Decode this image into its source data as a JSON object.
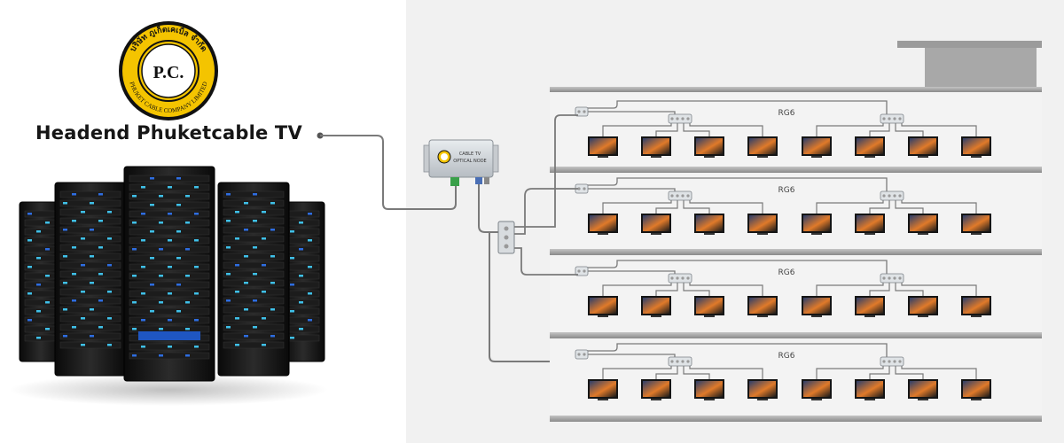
{
  "headend": {
    "label": "Headend Phuketcable TV"
  },
  "logo": {
    "initials": "P.C.",
    "text_thai_top": "บริษัท ภูเก็ตเคเบิ้ล จำกัด",
    "text_bottom": "PHUKET CABLE COMPANY LIMITED",
    "colors": {
      "ring": "#f4c400",
      "outline": "#111111"
    }
  },
  "optical_node": {
    "line1": "CABLE TV",
    "line2": "OPTICAL NODE"
  },
  "building": {
    "floor_cable_label": "RG6",
    "floors": 4,
    "tvs_per_floor": 8
  },
  "colors": {
    "cable": "#7a7a7a",
    "floor_slab": "#8a8a8a",
    "tv_screen": "#e07a2a"
  }
}
